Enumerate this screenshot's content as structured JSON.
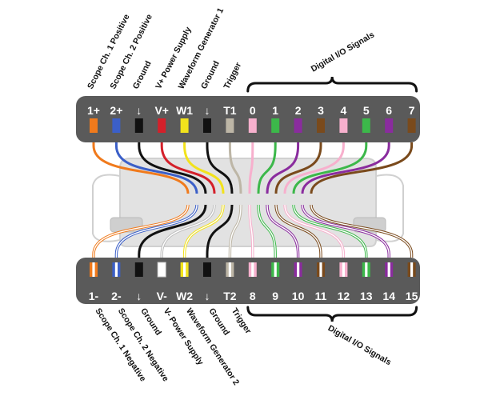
{
  "colors": {
    "header": "#5a5a5a",
    "pin_background": "#6a6a6a",
    "orange": "#f07a1c",
    "blue": "#3b5fc8",
    "black": "#111111",
    "red": "#d4202a",
    "yellow": "#f2e21c",
    "gray": "#bdb6a6",
    "pink": "#f7b0cd",
    "green": "#3cb84a",
    "purple": "#8a2c9e",
    "brown": "#7a4a1c",
    "white": "#ffffff",
    "device": "#d0d0d0"
  },
  "top": {
    "group_label": "Digital I/O Signals",
    "pins": [
      {
        "label": "1+",
        "color": "orange",
        "signal": "Scope Ch. 1 Positive"
      },
      {
        "label": "2+",
        "color": "blue",
        "signal": "Scope Ch. 2 Positive"
      },
      {
        "label": "↓",
        "color": "black",
        "signal": "Ground",
        "icon": "ground-arrow-icon"
      },
      {
        "label": "V+",
        "color": "red",
        "signal": "V+ Power Supply"
      },
      {
        "label": "W1",
        "color": "yellow",
        "signal": "Waveform Generator 1"
      },
      {
        "label": "↓",
        "color": "black",
        "signal": "Ground",
        "icon": "ground-arrow-icon"
      },
      {
        "label": "T1",
        "color": "gray",
        "signal": "Trigger"
      },
      {
        "label": "0",
        "color": "pink",
        "signal": ""
      },
      {
        "label": "1",
        "color": "green",
        "signal": ""
      },
      {
        "label": "2",
        "color": "purple",
        "signal": ""
      },
      {
        "label": "3",
        "color": "brown",
        "signal": ""
      },
      {
        "label": "4",
        "color": "pink",
        "signal": ""
      },
      {
        "label": "5",
        "color": "green",
        "signal": ""
      },
      {
        "label": "6",
        "color": "purple",
        "signal": ""
      },
      {
        "label": "7",
        "color": "brown",
        "signal": ""
      }
    ]
  },
  "bottom": {
    "group_label": "Digital I/O Signals",
    "pins": [
      {
        "label": "1-",
        "color": "orange",
        "stripe": true,
        "signal": "Scope Ch. 1 Negative"
      },
      {
        "label": "2-",
        "color": "blue",
        "stripe": true,
        "signal": "Scope Ch. 2 Negative"
      },
      {
        "label": "↓",
        "color": "black",
        "stripe": false,
        "signal": "Ground",
        "icon": "ground-arrow-icon"
      },
      {
        "label": "V-",
        "color": "white",
        "stripe": false,
        "signal": "V- Power Supply"
      },
      {
        "label": "W2",
        "color": "yellow",
        "stripe": true,
        "signal": "Waveform Generator 2"
      },
      {
        "label": "↓",
        "color": "black",
        "stripe": false,
        "signal": "Ground",
        "icon": "ground-arrow-icon"
      },
      {
        "label": "T2",
        "color": "gray",
        "stripe": true,
        "signal": "Trigger"
      },
      {
        "label": "8",
        "color": "pink",
        "stripe": true,
        "signal": ""
      },
      {
        "label": "9",
        "color": "green",
        "stripe": true,
        "signal": ""
      },
      {
        "label": "10",
        "color": "purple",
        "stripe": true,
        "signal": ""
      },
      {
        "label": "11",
        "color": "brown",
        "stripe": true,
        "signal": ""
      },
      {
        "label": "12",
        "color": "pink",
        "stripe": true,
        "signal": ""
      },
      {
        "label": "13",
        "color": "green",
        "stripe": true,
        "signal": ""
      },
      {
        "label": "14",
        "color": "purple",
        "stripe": true,
        "signal": ""
      },
      {
        "label": "15",
        "color": "brown",
        "stripe": true,
        "signal": ""
      }
    ]
  }
}
